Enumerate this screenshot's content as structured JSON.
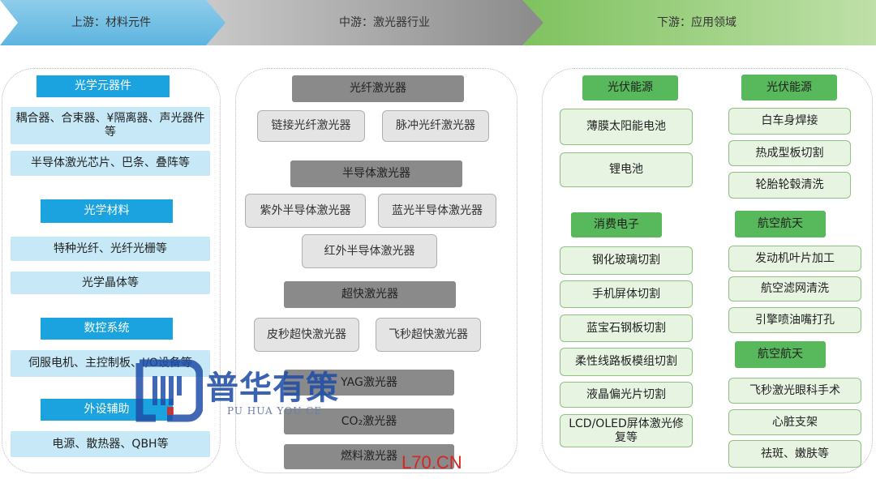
{
  "banner": {
    "upstream": "上游：材料元件",
    "midstream": "中游：激光器行业",
    "downstream": "下游：应用领域"
  },
  "upstream": {
    "sections": [
      {
        "title": "光学元器件",
        "items": [
          "耦合器、合束器、¥隔离器、声光器件等",
          "半导体激光芯片、巴条、叠阵等"
        ]
      },
      {
        "title": "光学材料",
        "items": [
          "特种光纤、光纤光栅等",
          "光学晶体等"
        ]
      },
      {
        "title": "数控系统",
        "items": [
          "伺服电机、主控制板、I/O设备等"
        ]
      },
      {
        "title": "外设辅助",
        "items": [
          "电源、散热器、QBH等"
        ]
      }
    ]
  },
  "midstream": {
    "fiber": {
      "title": "光纤激光器",
      "items": [
        "链接光纤激光器",
        "脉冲光纤激光器"
      ]
    },
    "semi": {
      "title": "半导体激光器",
      "items": [
        "紫外半导体激光器",
        "蓝光半导体激光器",
        "红外半导体激光器"
      ]
    },
    "ultra": {
      "title": "超快激光器",
      "items": [
        "皮秒超快激光器",
        "飞秒超快激光器"
      ]
    },
    "others": [
      "YAG激光器",
      "CO₂激光器",
      "燃料激光器"
    ]
  },
  "downstream": {
    "left": [
      {
        "title": "光伏能源",
        "items": [
          "薄膜太阳能电池",
          "锂电池"
        ]
      },
      {
        "title": "消费电子",
        "items": [
          "钢化玻璃切割",
          "手机屏体切割",
          "蓝宝石钢板切割",
          "柔性线路板模组切割",
          "液晶偏光片切割",
          "LCD/OLED屏体激光修复等"
        ]
      }
    ],
    "right": [
      {
        "title": "光伏能源",
        "items": [
          "白车身焊接",
          "热成型板切割",
          "轮胎轮毂清洗"
        ]
      },
      {
        "title": "航空航天",
        "items": [
          "发动机叶片加工",
          "航空滤网清洗",
          "引擎喷油嘴打孔"
        ]
      },
      {
        "title": "航空航天",
        "items": [
          "飞秒激光眼科手术",
          "心脏支架",
          "祛斑、嫩肤等"
        ]
      }
    ]
  },
  "watermark": {
    "brand": "普华有策",
    "sub": "PU HUA YOU CE",
    "site": "L70.CN"
  },
  "colors": {
    "upstream": "#1aa3de",
    "midstream": "#8a8a8a",
    "downstream": "#58b85c"
  }
}
